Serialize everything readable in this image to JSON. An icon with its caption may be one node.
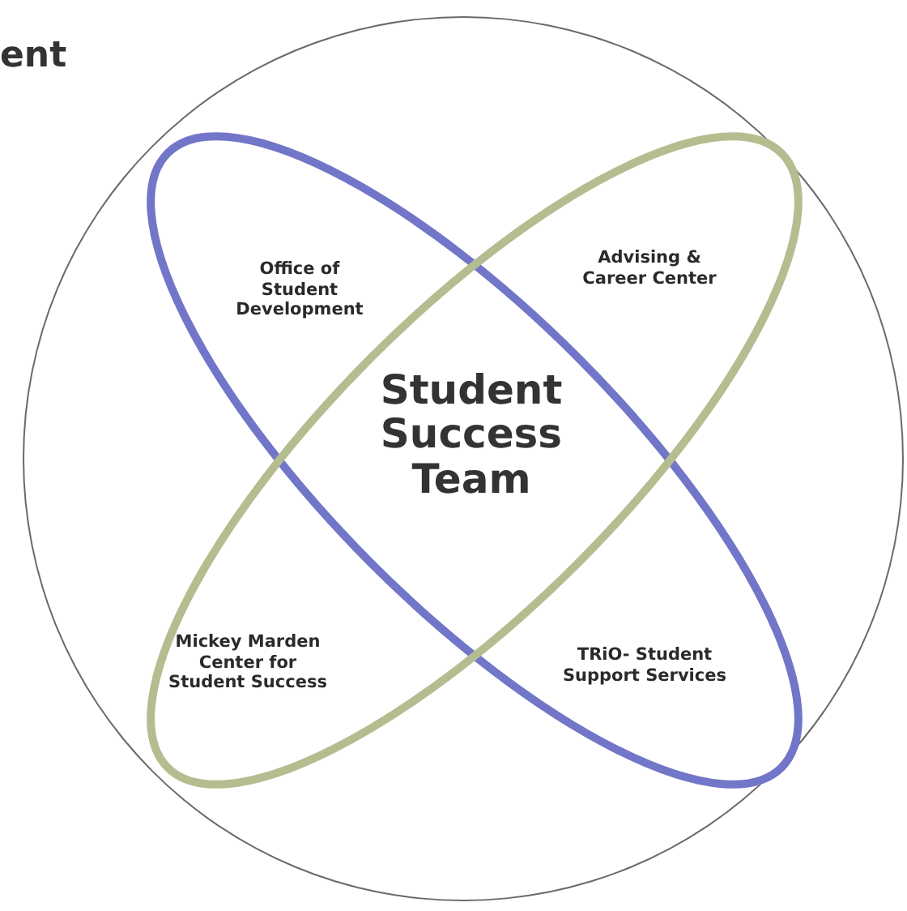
{
  "diagram": {
    "nodes": [
      {
        "text": [],
        "shape": "circle"
      },
      {
        "text": [],
        "shape": "ellipse",
        "in": 0
      },
      {
        "text": [],
        "shape": "ellipse",
        "in": 0
      },
      {
        "text": [
          "Office of Student Development"
        ],
        "in": 1
      },
      {
        "text": [
          "Advising & Career Center"
        ],
        "in": 2
      },
      {
        "text": [
          "Student Success Team"
        ],
        "in": 1
      },
      {
        "text": [
          "Mickey Marden Center for Student Success"
        ],
        "in": 2
      },
      {
        "text": [
          "TRiO- Student Support Services"
        ],
        "in": 1
      }
    ],
    "labels": [
      "ent"
    ]
  }
}
